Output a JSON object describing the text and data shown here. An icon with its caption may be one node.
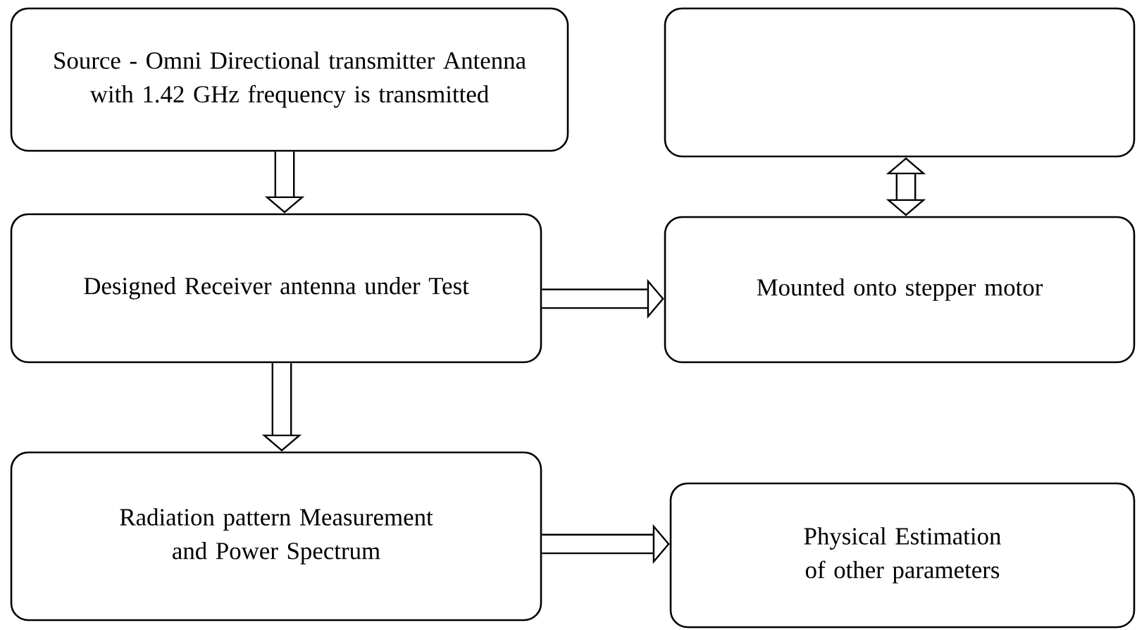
{
  "diagram": {
    "nodes": [
      {
        "text": [
          "Source - Omni Directional transmitter Antenna with 1.42 GHz frequency is transmitted"
        ]
      },
      {
        "text": [],
        "shape": "box"
      },
      {
        "text": [
          "Designed Receiver antenna under Test"
        ]
      },
      {
        "text": [
          "Mounted onto stepper motor"
        ]
      },
      {
        "text": [
          "Radiation pattern Measurement and Power Spectrum"
        ]
      },
      {
        "text": [
          "Physical Estimation of other parameters"
        ]
      }
    ],
    "edges": [
      {
        "from": 0,
        "to": 2,
        "arrow": "to"
      },
      {
        "from": 1,
        "to": 3,
        "arrow": "both"
      },
      {
        "from": 2,
        "to": 3,
        "arrow": "to"
      },
      {
        "from": 2,
        "to": 4,
        "arrow": "to"
      },
      {
        "from": 4,
        "to": 5,
        "arrow": "to"
      }
    ]
  }
}
